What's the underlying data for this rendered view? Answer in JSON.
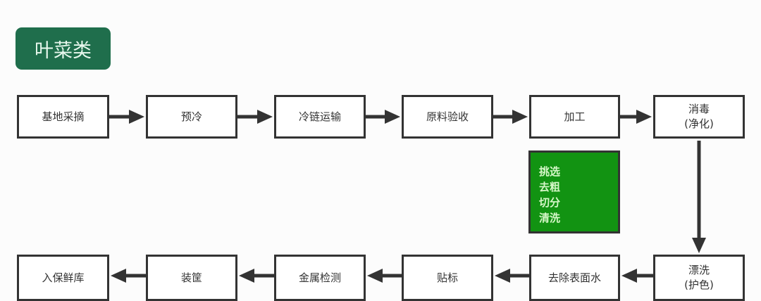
{
  "title": "叶菜类",
  "top_row": [
    "基地采摘",
    "预冷",
    "冷链运输",
    "原料验收",
    "加工",
    "消毒\n(净化)"
  ],
  "bottom_row": [
    "入保鲜库",
    "装筐",
    "金属检测",
    "贴标",
    "去除表面水",
    "漂洗\n(护色)"
  ],
  "processing_note": "挑选\n去粗\n切分\n清洗",
  "colors": {
    "badge": "#1f6e4c",
    "note": "#129312"
  }
}
